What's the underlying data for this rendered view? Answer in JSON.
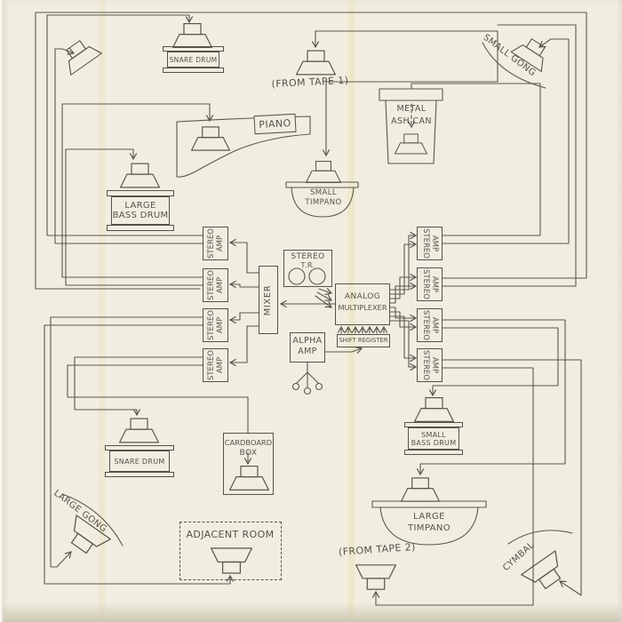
{
  "colors": {
    "ink": "#55514a",
    "paper": "#f1eee1"
  },
  "labels": {
    "snare_drum_top": "SNARE DRUM",
    "piano": "PIANO",
    "from_tape_1": "(FROM TAPE 1)",
    "metal_ash_can": [
      "METAL",
      "ASH CAN"
    ],
    "small_gong": "SMALL GONG",
    "small_timpano": [
      "SMALL",
      "TIMPANO"
    ],
    "large_bass_drum": [
      "LARGE",
      "BASS DRUM"
    ],
    "stereo_amp": [
      "STEREO",
      "AMP"
    ],
    "mixer": "MIXER",
    "stereo_tr": [
      "STEREO",
      "T.R."
    ],
    "analog_multiplexer": [
      "ANALOG",
      "MULTIPLEXER"
    ],
    "shift_register": "SHIFT REGISTER",
    "alpha_amp": [
      "ALPHA",
      "AMP"
    ],
    "cardboard_box": [
      "CARDBOARD",
      "BOX"
    ],
    "snare_drum_bottom": "SNARE DRUM",
    "large_gong": "LARGE GONG",
    "adjacent_room": "ADJACENT ROOM",
    "from_tape_2": "(FROM TAPE 2)",
    "large_timpano": [
      "LARGE",
      "TIMPANO"
    ],
    "small_bass_drum": [
      "SMALL",
      "BASS DRUM"
    ],
    "cymbal": "CYMBAL"
  }
}
